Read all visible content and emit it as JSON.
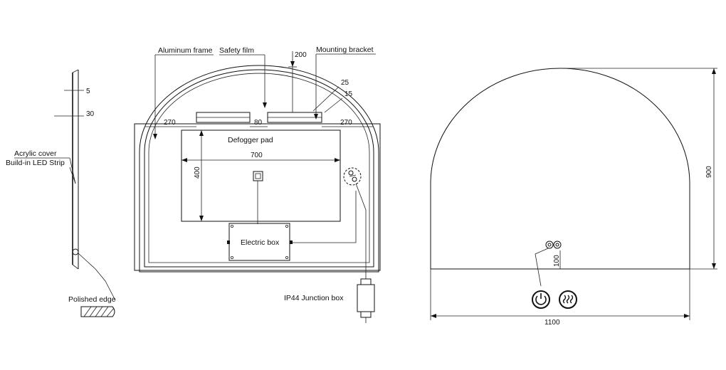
{
  "side_view": {
    "dim_top": "5",
    "dim_second": "30",
    "acrylic_cover": "Acrylic cover",
    "led_strip": "Build-in LED Strip",
    "polished_edge": "Polished edge"
  },
  "back_view": {
    "aluminum_frame": "Aluminum frame",
    "safety_film": "Safety film",
    "mounting_bracket": "Mounting bracket",
    "dim_200": "200",
    "dim_25": "25",
    "dim_15": "15",
    "dim_270_left": "270",
    "dim_80": "80",
    "dim_270_right": "270",
    "defogger_pad": "Defogger pad",
    "dim_700": "700",
    "dim_400": "400",
    "electric_box": "Electric box",
    "junction_box": "IP44 Junction box"
  },
  "front_view": {
    "dim_height": "900",
    "dim_width": "1100",
    "dim_100": "100"
  },
  "icons": {
    "power": "power-touch-icon",
    "defog": "defog-heat-icon"
  }
}
